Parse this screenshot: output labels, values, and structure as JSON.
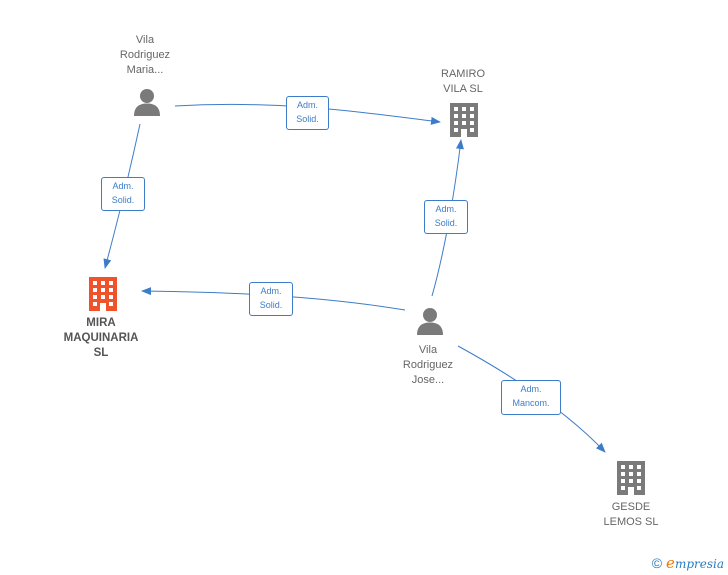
{
  "colors": {
    "edge": "#3d7cc9",
    "person": "#7a7a7a",
    "company": "#7a7a7a",
    "main_company": "#f0522a"
  },
  "nodes": {
    "vila_maria": {
      "type": "person",
      "label": "Vila\nRodriguez\nMaria..."
    },
    "ramiro": {
      "type": "company",
      "label": "RAMIRO\nVILA SL"
    },
    "mira": {
      "type": "main-company",
      "label": "MIRA\nMAQUINARIA\nSL"
    },
    "vila_jose": {
      "type": "person",
      "label": "Vila\nRodriguez\nJose..."
    },
    "gesde": {
      "type": "company",
      "label": "GESDE\nLEMOS SL"
    }
  },
  "edges": {
    "maria_ramiro": {
      "from": "vila_maria",
      "to": "ramiro",
      "line1": "Adm.",
      "line2": "Solid."
    },
    "maria_mira": {
      "from": "vila_maria",
      "to": "mira",
      "line1": "Adm.",
      "line2": "Solid."
    },
    "jose_ramiro": {
      "from": "vila_jose",
      "to": "ramiro",
      "line1": "Adm.",
      "line2": "Solid."
    },
    "jose_mira": {
      "from": "vila_jose",
      "to": "mira",
      "line1": "Adm.",
      "line2": "Solid."
    },
    "jose_gesde": {
      "from": "vila_jose",
      "to": "gesde",
      "line1": "Adm.",
      "line2": "Mancom."
    }
  },
  "footer": {
    "copyright": "©",
    "brand_initial": "e",
    "brand_rest": "mpresia"
  }
}
